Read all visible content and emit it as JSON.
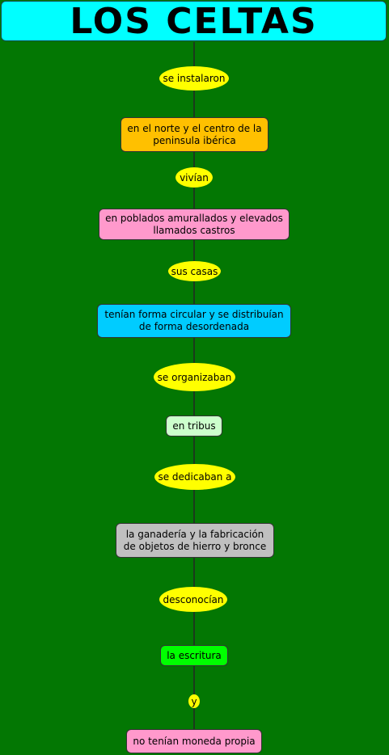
{
  "title": "LOS CELTAS",
  "nodes": [
    {
      "text": "en el norte y el centro de la peninsula ibérica",
      "color": "#ffc000"
    },
    {
      "text": "en poblados amurallados y elevados llamados castros",
      "color": "#ff99cc"
    },
    {
      "text": "tenían forma circular y se distribuían de forma desordenada",
      "color": "#00ccff"
    },
    {
      "text": "en tribus",
      "color": "#ccffcc"
    },
    {
      "text": "la ganadería y la fabricación de objetos de hierro y bronce",
      "color": "#c0c0c0"
    },
    {
      "text": "la escritura",
      "color": "#00ff00"
    },
    {
      "text": "no tenían moneda propia",
      "color": "#ff99cc"
    }
  ],
  "links": [
    "se instalaron",
    "vivían",
    "sus casas",
    "se organizaban",
    "se dedicaban a",
    "desconocían",
    "y"
  ],
  "colors": {
    "background": "#037703",
    "title": "#00ffff",
    "link": "#ffff00"
  }
}
